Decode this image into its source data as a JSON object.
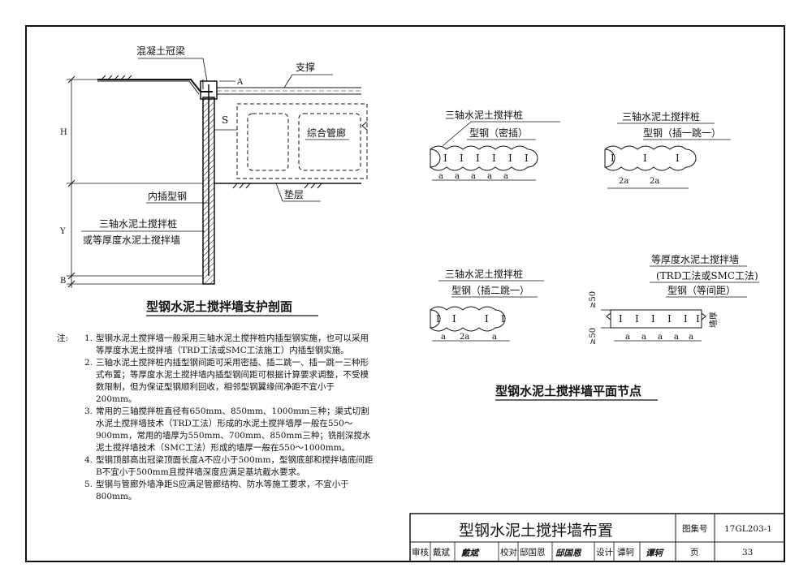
{
  "section": {
    "label_crown_beam": "混凝土冠梁",
    "label_brace": "支撑",
    "label_A": "A",
    "label_S": "S",
    "label_H": "H",
    "label_Y": "Y",
    "label_B": "B",
    "label_utility_tunnel": "综合管廊",
    "label_inserted_steel": "内插型钢",
    "label_cushion": "垫层",
    "label_mixing_pile": "三轴水泥土搅拌桩",
    "label_or_wall": "或等厚度水泥土搅拌墙",
    "title": "型钢水泥土搅拌墙支护剖面"
  },
  "plan": {
    "node1_l1": "三轴水泥土搅拌桩",
    "node1_l2": "型钢（密插）",
    "node2_l1": "三轴水泥土搅拌桩",
    "node2_l2": "型钢（插一跳一）",
    "node3_l1": "三轴水泥土搅拌桩",
    "node3_l2": "型钢（插二跳一）",
    "node4_l1": "等厚度水泥土搅拌墙",
    "node4_l2": "(TRD工法或SMC工法)",
    "node4_l3": "型钢（等间距）",
    "dim_a": "a",
    "dim_2a": "2a",
    "dim_50": "≥50",
    "dim_thickness": "墙厚",
    "title": "型钢水泥土搅拌墙平面节点"
  },
  "notes": {
    "prefix": "注:",
    "items": [
      {
        "num": "1.",
        "text": "型钢水泥土搅拌墙一般采用三轴水泥土搅拌桩内插型钢实施，也可以采用等厚度水泥土搅拌墙（TRD工法或SMC工法施工）内插型钢实施。"
      },
      {
        "num": "2.",
        "text": "三轴水泥土搅拌桩内插型钢间距可采用密插、插二跳一、插一跳一三种形式布置；等厚度水泥土搅拌墙内插型钢间距可根据计算要求调整，不受模数限制，但为保证型钢顺利回收，相邻型钢翼缘间净距不宜小于200mm。"
      },
      {
        "num": "3.",
        "text": "常用的三轴搅拌桩直径有650mm、850mm、1000mm三种；渠式切割水泥土搅拌墙技术（TRD工法）形成的水泥土搅拌墙厚一般在550～900mm，常用的墙厚为550mm、700mm、850mm三种；铣削深搅水泥土搅拌墙技术（SMC工法）形成的墙厚一般在550～1000mm。"
      },
      {
        "num": "4.",
        "text": "型钢顶部高出冠梁顶面长度A不应小于500mm，型钢底部和搅拌墙底间距B不宜小于500mm且搅拌墙深度应满足基坑截水要求。"
      },
      {
        "num": "5.",
        "text": "型钢与管廊外墙净距S应满足管廊结构、防水等施工要求，不宜小于800mm。"
      }
    ]
  },
  "titleblock": {
    "drawing_title": "型钢水泥土搅拌墙布置",
    "atlas_no_label": "图集号",
    "atlas_no": "17GL203-1",
    "review_label": "审核",
    "reviewer": "戴斌",
    "reviewer_sign": "戴斌",
    "check_label": "校对",
    "checker": "邸国恩",
    "checker_sign": "邸国恩",
    "design_label": "设计",
    "designer": "谭轲",
    "designer_sign": "谭轲",
    "page_label": "页",
    "page_no": "33"
  }
}
